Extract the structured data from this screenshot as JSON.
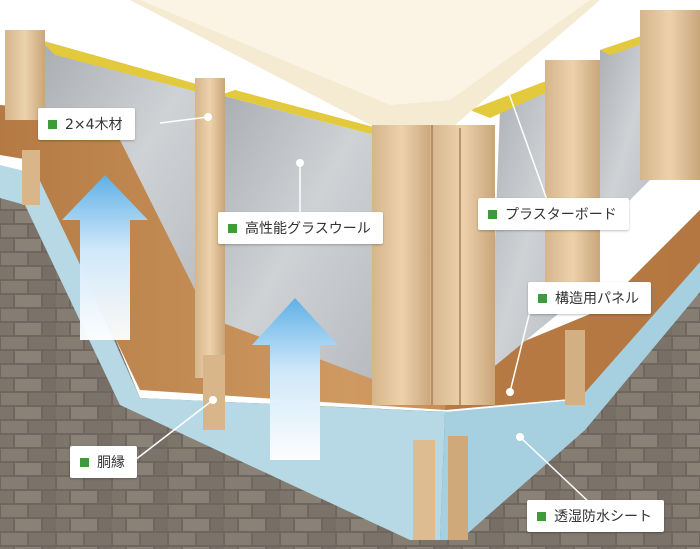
{
  "labels": {
    "stud": "2×4木材",
    "insulation": "高性能グラスウール",
    "plasterboard": "プラスターボード",
    "panel": "構造用パネル",
    "furring": "胴縁",
    "membrane": "透湿防水シート"
  },
  "colors": {
    "marker": "#3f9a3a",
    "arrow": "#6cb4e6",
    "insulation_top": "#e3c93c",
    "brick": "#6f675f",
    "wood": "#c88c50"
  },
  "icons": [
    "up-arrow-icon",
    "up-arrow-icon"
  ]
}
